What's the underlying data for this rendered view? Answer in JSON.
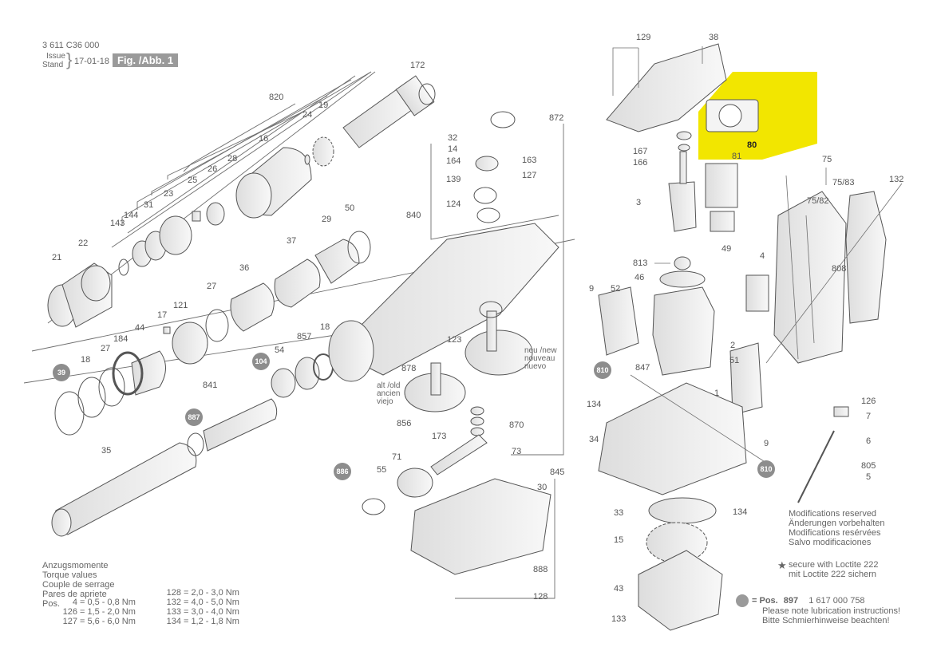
{
  "header": {
    "part_number": "3 611 C36 000",
    "issue_label": "Issue",
    "stand_label": "Stand",
    "date": "17-01-18",
    "figure": "Fig. /Abb. 1"
  },
  "part_labels": [
    "172",
    "820",
    "19",
    "24",
    "16",
    "28",
    "26",
    "25",
    "23",
    "31",
    "144",
    "143",
    "22",
    "21",
    "50",
    "29",
    "37",
    "36",
    "27",
    "121",
    "17",
    "44",
    "184",
    "27",
    "18",
    "39",
    "857",
    "54",
    "104",
    "18",
    "841",
    "887",
    "35",
    "886",
    "55",
    "71",
    "856",
    "173",
    "32",
    "14",
    "164",
    "139",
    "124",
    "840",
    "163",
    "127",
    "872",
    "123",
    "878",
    "870",
    "73",
    "30",
    "845",
    "888",
    "128",
    "129",
    "38",
    "167",
    "166",
    "80",
    "81",
    "3",
    "49",
    "75",
    "75/82",
    "75/83",
    "132",
    "4",
    "808",
    "813",
    "46",
    "9",
    "52",
    "2",
    "810",
    "847",
    "51",
    "1",
    "134",
    "34",
    "9",
    "810",
    "134",
    "33",
    "15",
    "43",
    "133",
    "126",
    "7",
    "6",
    "805",
    "5"
  ],
  "highlight": {
    "label": "80",
    "color": "#f2e600"
  },
  "gear_labels": {
    "new": [
      "neu /new",
      "nouveau",
      "nuevo"
    ],
    "old": [
      "alt /old",
      "ancien",
      "viejo"
    ]
  },
  "torque": {
    "title_lines": [
      "Anzugsmomente",
      "Torque values",
      "Couple de serrage",
      "Pares de apriete"
    ],
    "pos_label": "Pos.",
    "left": [
      {
        "pos": "4",
        "from": "0,5",
        "to": "0,8 Nm"
      },
      {
        "pos": "126",
        "from": "1,5",
        "to": "2,0 Nm"
      },
      {
        "pos": "127",
        "from": "5,6",
        "to": "6,0 Nm"
      }
    ],
    "right": [
      {
        "pos": "128",
        "from": "2,0",
        "to": "3,0 Nm"
      },
      {
        "pos": "132",
        "from": "4,0",
        "to": "5,0 Nm"
      },
      {
        "pos": "133",
        "from": "3,0",
        "to": "4,0 Nm"
      },
      {
        "pos": "134",
        "from": "1,2",
        "to": "1,8 Nm"
      }
    ]
  },
  "notes": {
    "modifications": [
      "Modifications reserved",
      "Änderungen vorbehalten",
      "Modifications resérvées",
      "Salvo modificaciones"
    ],
    "loctite": [
      "secure with Loctite 222",
      "mit Loctite 222 sichern"
    ],
    "lubrication": {
      "pos_label": "= Pos.",
      "pos": "897",
      "part": "1 617 000 758",
      "lines": [
        "Please note lubrication instructions!",
        "Bitte Schmierhinweise beachten!"
      ]
    }
  },
  "colors": {
    "line": "#6f6f6f",
    "callout": "#8d8d8d",
    "highlight": "#f2e600"
  }
}
